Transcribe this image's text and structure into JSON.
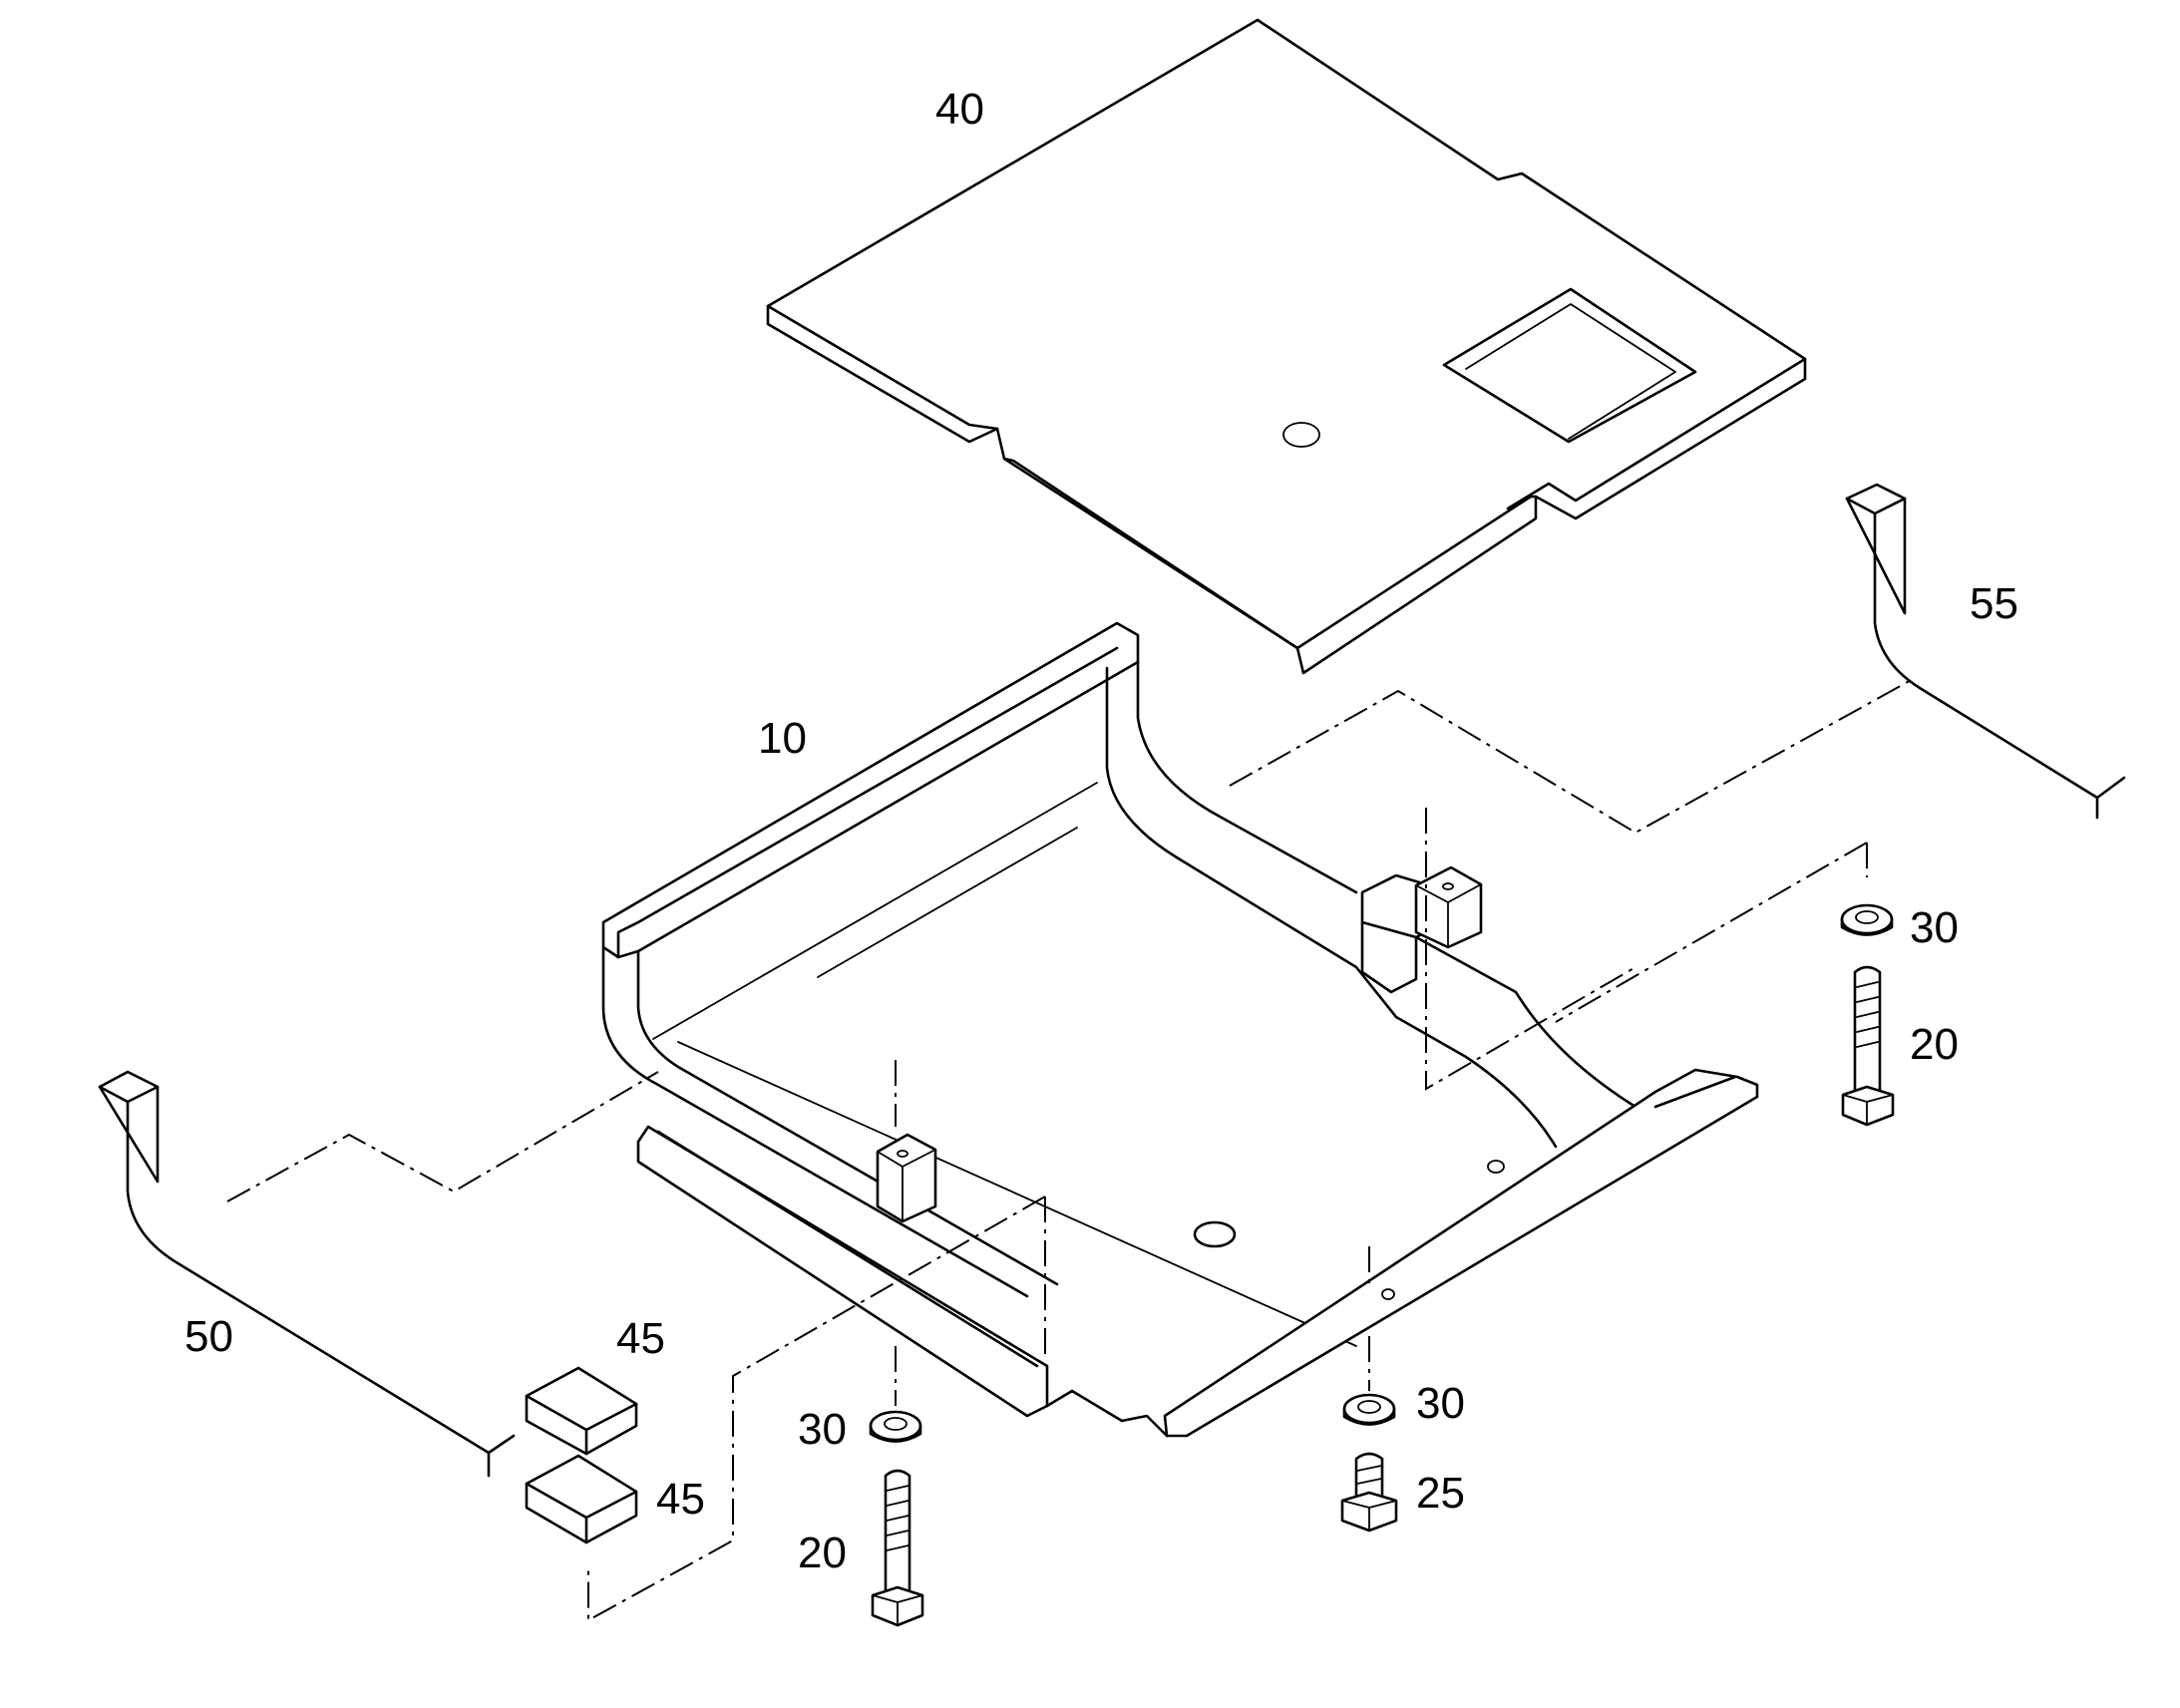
{
  "diagram": {
    "type": "exploded-parts-drawing",
    "callouts": [
      {
        "id": "label-40",
        "text": "40"
      },
      {
        "id": "label-10",
        "text": "10"
      },
      {
        "id": "label-55",
        "text": "55"
      },
      {
        "id": "label-30-right",
        "text": "30"
      },
      {
        "id": "label-20-right",
        "text": "20"
      },
      {
        "id": "label-50",
        "text": "50"
      },
      {
        "id": "label-45-top",
        "text": "45"
      },
      {
        "id": "label-45-bottom",
        "text": "45"
      },
      {
        "id": "label-30-left",
        "text": "30"
      },
      {
        "id": "label-20-left",
        "text": "20"
      },
      {
        "id": "label-30-center",
        "text": "30"
      },
      {
        "id": "label-25",
        "text": "25"
      }
    ]
  }
}
